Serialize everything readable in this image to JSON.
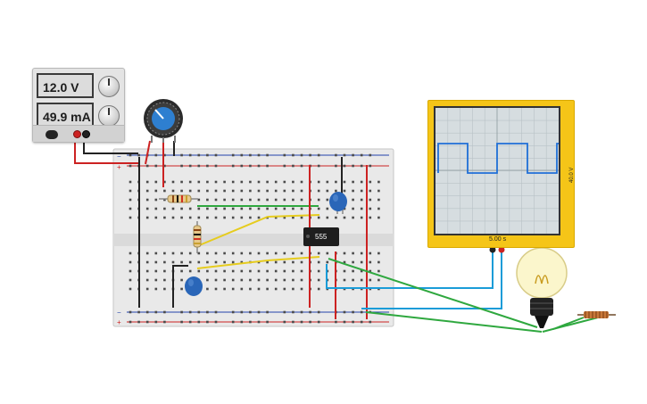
{
  "power_supply": {
    "voltage": "12.0 V",
    "current": "49.9 mA"
  },
  "ic": {
    "label": "555"
  },
  "oscilloscope": {
    "time_div": "5.00 s",
    "volt_div": "40.0 V"
  },
  "colors": {
    "breadboard": "#e9e9e9",
    "rail_red": "#cc2222",
    "rail_blue": "#2244aa",
    "wire_yellow": "#e6cc1e",
    "wire_green": "#2fa83f",
    "wire_cyan": "#1a9cd8",
    "wire_black": "#222222",
    "scope_frame": "#f5c518",
    "capacitor": "#2a66b8"
  }
}
